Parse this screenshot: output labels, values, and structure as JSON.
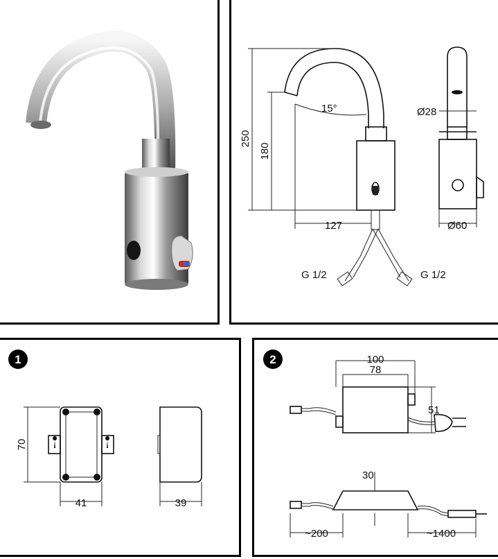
{
  "faucet_drawing": {
    "height_total": "250",
    "height_spout": "180",
    "angle": "15°",
    "reach": "127",
    "spout_diameter": "Ø28",
    "base_diameter": "Ø60",
    "connection_left": "G 1/2",
    "connection_right": "G 1/2"
  },
  "sensor_box": {
    "badge": "1",
    "height": "70",
    "width": "41",
    "depth": "39"
  },
  "power_supply": {
    "badge": "2",
    "length_outer": "100",
    "length_inner": "78",
    "width": "51",
    "height": "30",
    "cable_left": "~200",
    "cable_right": "~1400"
  }
}
